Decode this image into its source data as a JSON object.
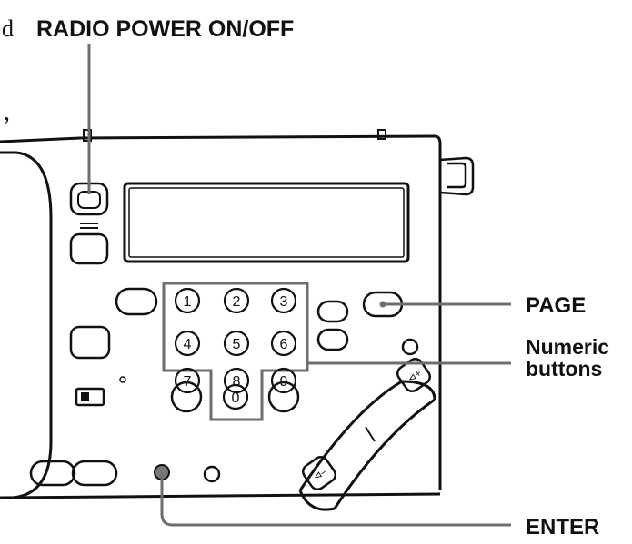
{
  "labels": {
    "radio_power": "RADIO POWER ON/OFF",
    "page": "PAGE",
    "numeric_line1": "Numeric",
    "numeric_line2": "buttons",
    "enter": "ENTER"
  },
  "text_fragments": {
    "top_left": "d",
    "left_comma": ","
  },
  "numeric_keys": [
    "1",
    "2",
    "3",
    "4",
    "5",
    "6",
    "7",
    "8",
    "9",
    "0"
  ],
  "colors": {
    "ink": "#111111",
    "callout_line": "#6e6e6e",
    "background": "#ffffff"
  }
}
